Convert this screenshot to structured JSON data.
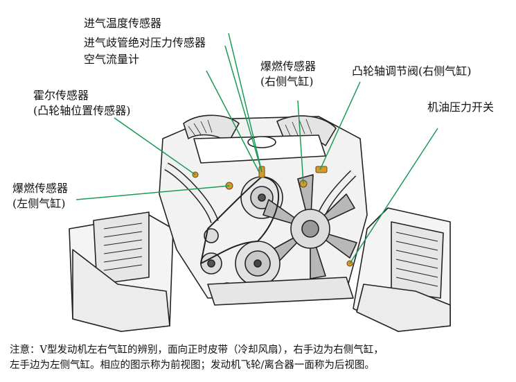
{
  "labels": {
    "intake_temp_sensor": "进气温度传感器",
    "map_sensor": "进气歧管绝对压力传感器",
    "air_flow_meter": "空气流量计",
    "knock_sensor_right_line1": "爆燃传感器",
    "knock_sensor_right_line2": "(右侧气缸)",
    "camshaft_valve_right": "凸轮轴调节阀(右侧气缸)",
    "hall_sensor_line1": "霍尔传感器",
    "hall_sensor_line2": "(凸轮轴位置传感器)",
    "oil_pressure_switch": "机油压力开关",
    "knock_sensor_left_line1": "爆燃传感器",
    "knock_sensor_left_line2": "(左侧气缸)"
  },
  "note": {
    "line1": "注意：V型发动机左右气缸的辨别，面向正时皮带（冷却风扇），右手边为右侧气缸，",
    "line2": "左手边为左侧气缸。相应的图示称为前视图；发动机飞轮/离合器一面称为后视图。"
  },
  "colors": {
    "leader_line": "#1a9a55",
    "sensor_part": "#d49a2a",
    "outline": "#222222"
  }
}
